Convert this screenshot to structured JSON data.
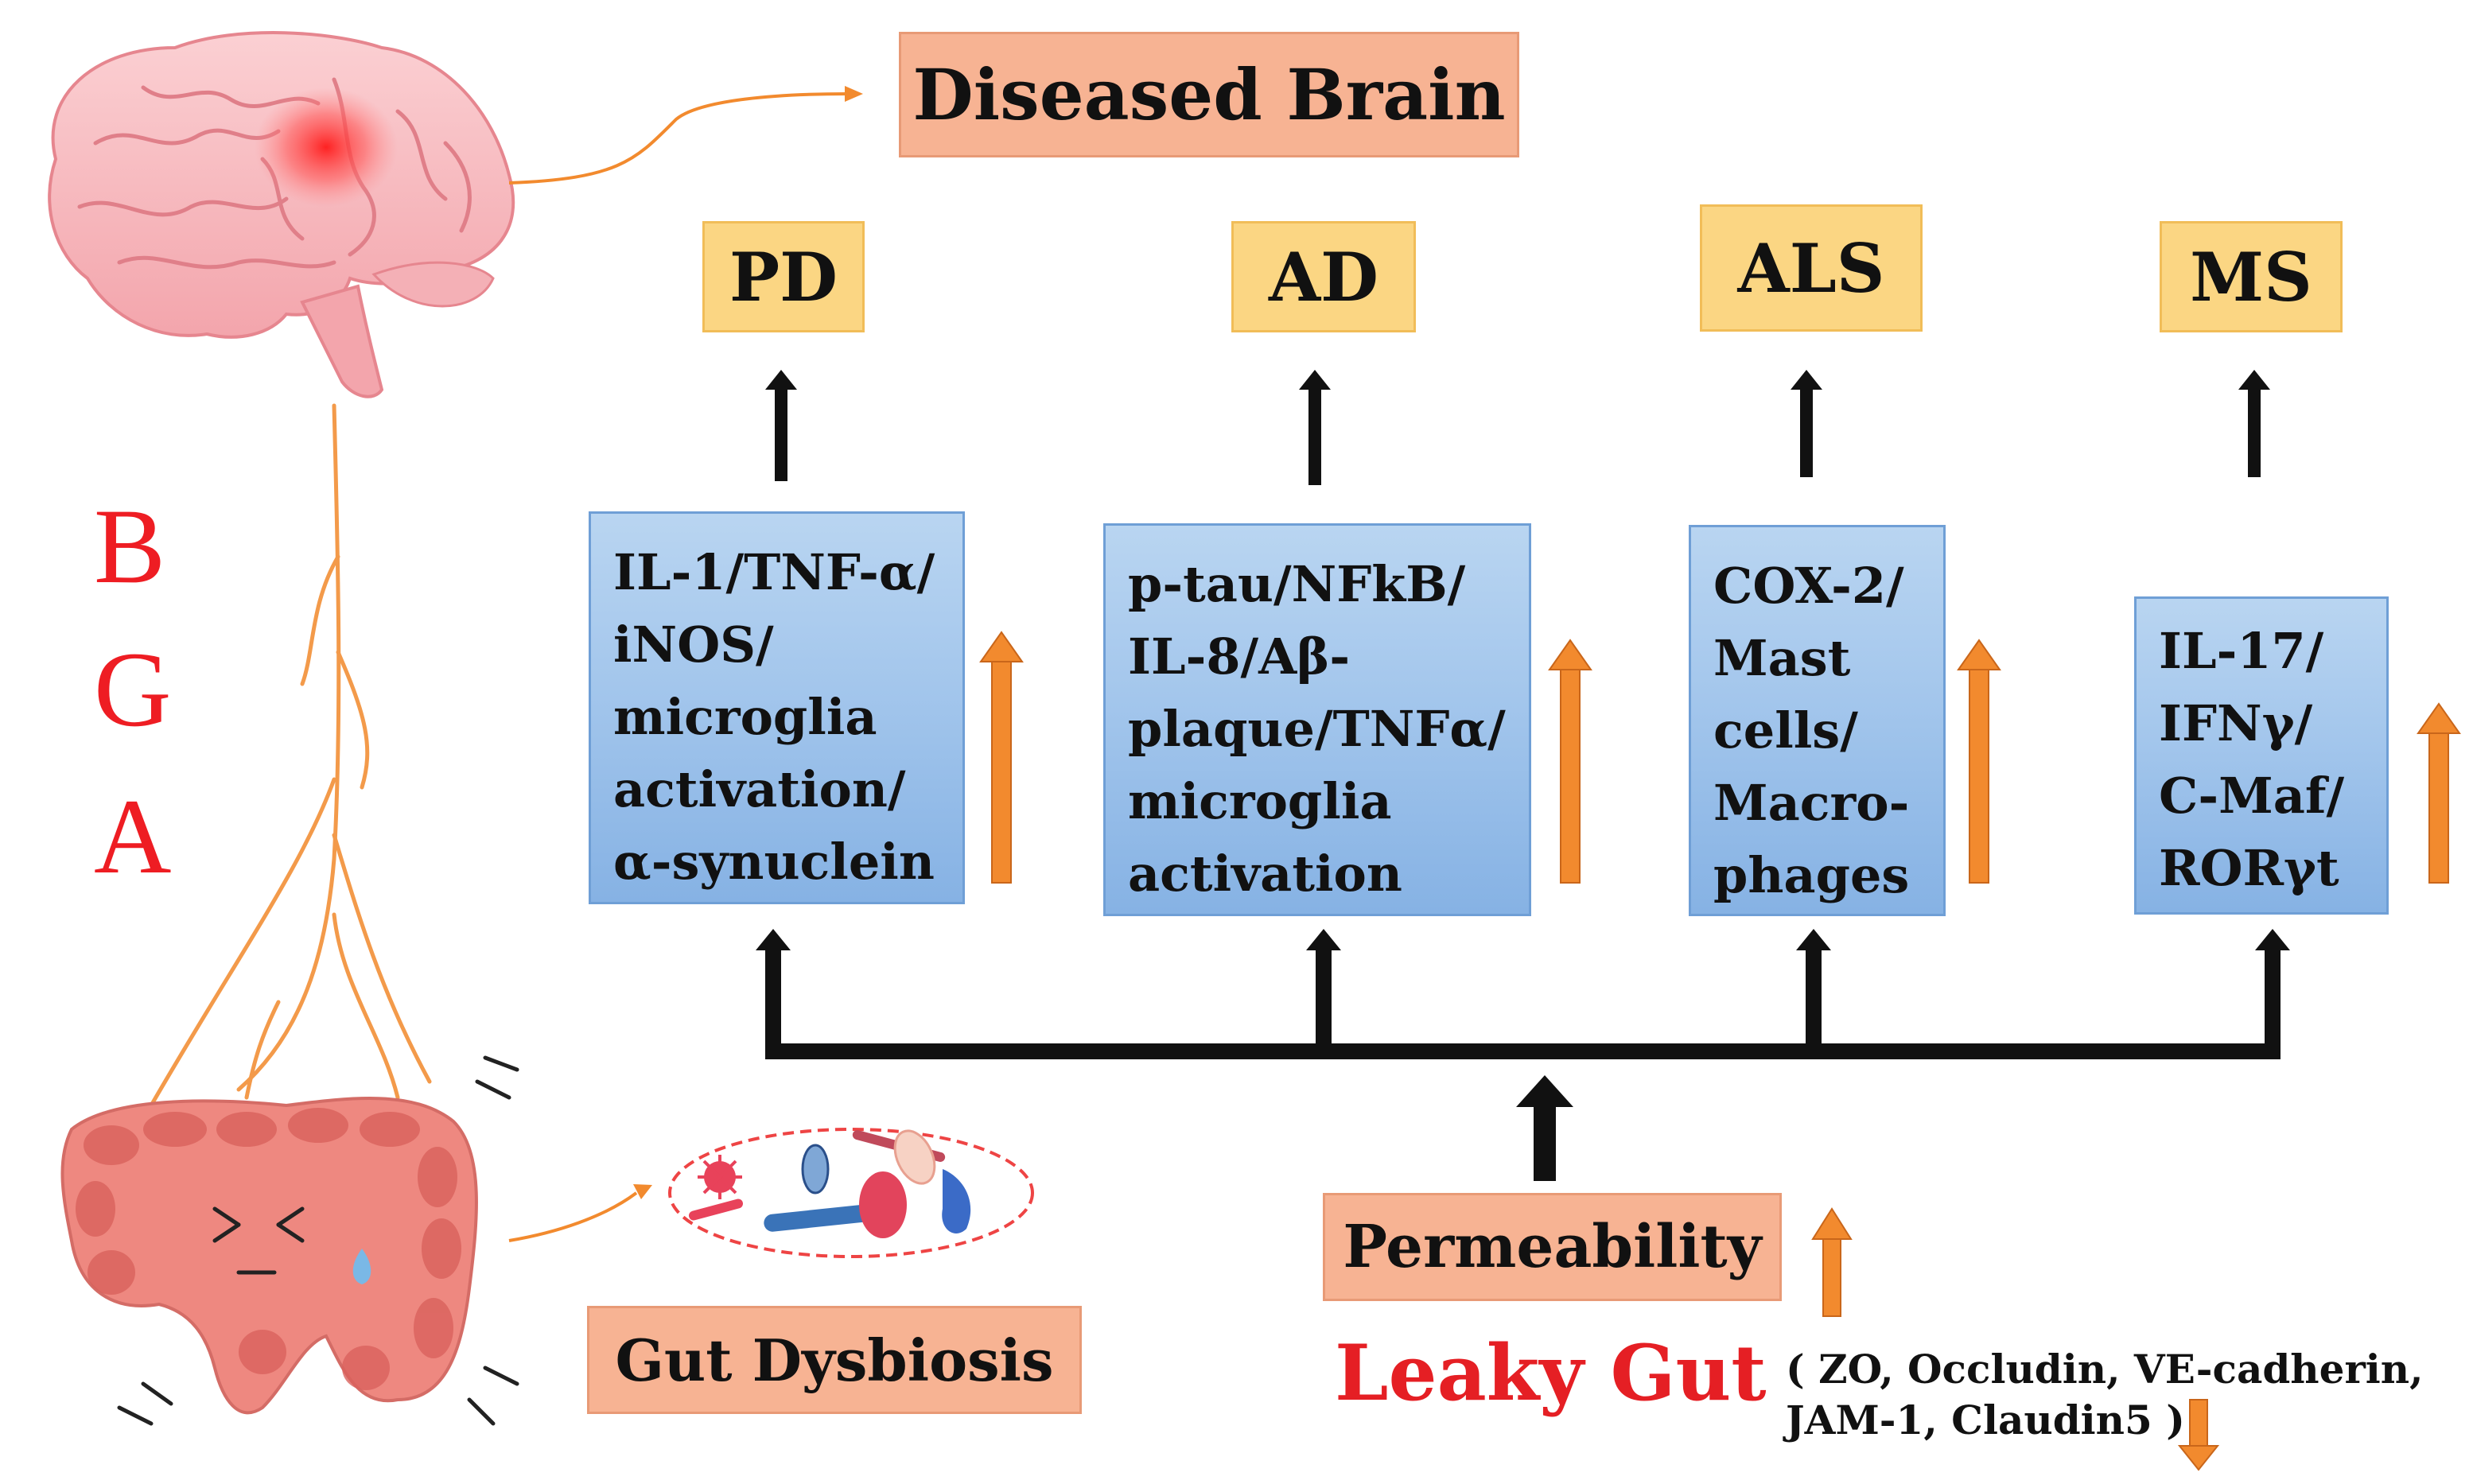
{
  "title": "Diseased Brain",
  "diseases": [
    {
      "id": "pd",
      "label": "PD",
      "factors": "IL-1/TNF-α/\niNOS/\nmicroglia\nactivation/\nα-synuclein"
    },
    {
      "id": "ad",
      "label": "AD",
      "factors": "p-tau/NFkB/\nIL-8/Aβ-\nplaque/TNFα/\nmicroglia\nactivation"
    },
    {
      "id": "als",
      "label": "ALS",
      "factors": "COX-2/\nMast\ncells/\nMacro-\nphages"
    },
    {
      "id": "ms",
      "label": "MS",
      "factors": "IL-17/\nIFNγ/\nC-Maf/\nRORγt"
    }
  ],
  "axis_letters": [
    "B",
    "G",
    "A"
  ],
  "gut_label": "Gut Dysbiosis",
  "permeability_label": "Permeability",
  "leaky_gut_label": "Leaky Gut",
  "junction_proteins": "( ZO, Occludin, VE-cadherin,\n  JAM-1, Claudin5      )",
  "colors": {
    "salmon_box": "#f7b393",
    "yellow_box": "#fbd683",
    "blue_box": "#a3c6ec",
    "orange_arrow": "#f28a2e",
    "red_text": "#e51f24",
    "nerve": "#f39a4a"
  }
}
